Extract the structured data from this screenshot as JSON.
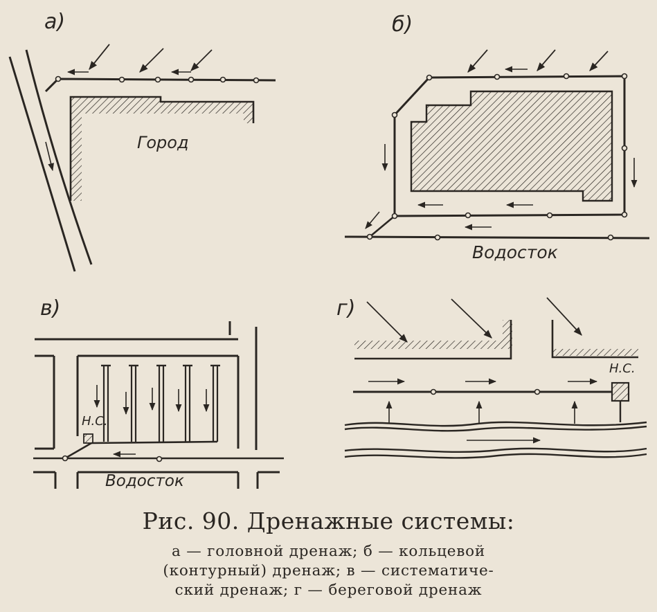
{
  "panels": {
    "a": {
      "label": "а)",
      "city": "Город"
    },
    "b": {
      "label": "б)",
      "drain": "Водосток"
    },
    "v": {
      "label": "в)",
      "pump": "Н.С.",
      "drain": "Водосток"
    },
    "g": {
      "label": "г)",
      "pump": "Н.С."
    }
  },
  "caption": {
    "title": "Рис. 90. Дренажные системы:",
    "line1": "а — головной дренаж; б — кольцевой",
    "line2": "(контурный) дренаж; в — систематиче-",
    "line3": "ский дренаж; г — береговой дренаж"
  },
  "colors": {
    "paper": "#ece5d8",
    "ink": "#2a2622"
  }
}
